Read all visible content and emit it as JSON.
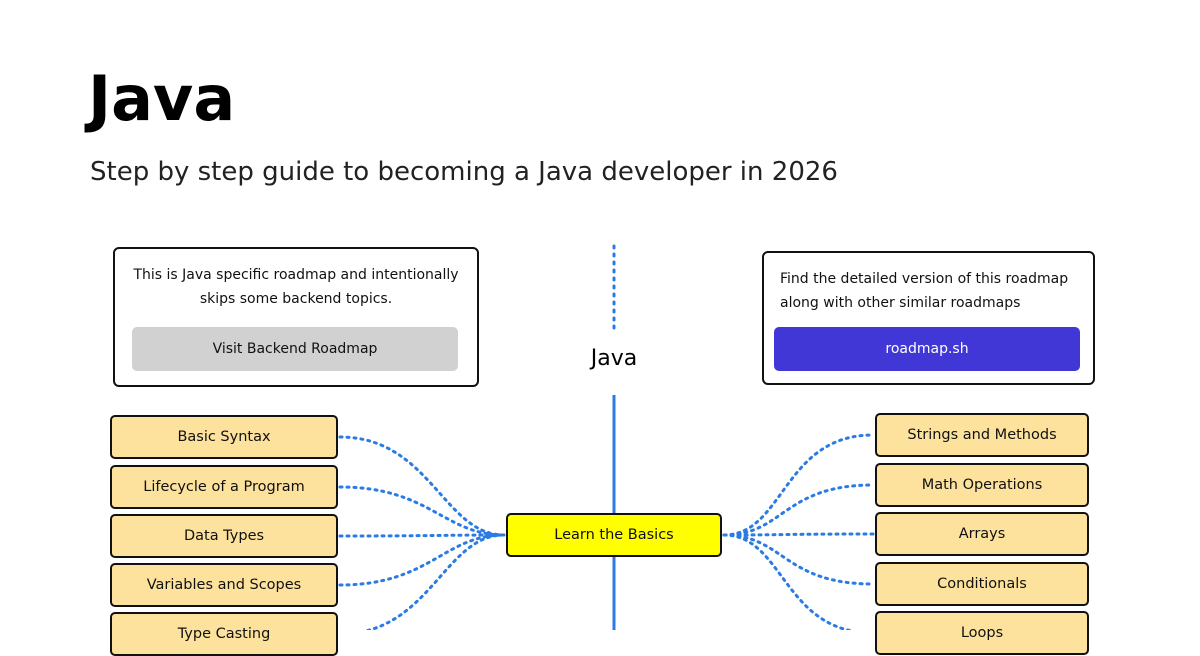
{
  "header": {
    "title": "Java",
    "subtitle": "Step by step guide to becoming a Java developer in 2026"
  },
  "info_left": {
    "text": "This is Java specific roadmap and intentionally skips some backend topics.",
    "button_label": "Visit Backend Roadmap"
  },
  "info_right": {
    "text": "Find the detailed version of this roadmap along with other similar roadmaps",
    "button_label": "roadmap.sh"
  },
  "center": {
    "label": "Java",
    "main_node": "Learn the Basics"
  },
  "left_topics": [
    {
      "label": "Basic Syntax"
    },
    {
      "label": "Lifecycle of a Program"
    },
    {
      "label": "Data Types"
    },
    {
      "label": "Variables and Scopes"
    },
    {
      "label": "Type Casting"
    }
  ],
  "right_topics": [
    {
      "label": "Strings and Methods"
    },
    {
      "label": "Math Operations"
    },
    {
      "label": "Arrays"
    },
    {
      "label": "Conditionals"
    },
    {
      "label": "Loops"
    }
  ],
  "colors": {
    "topic_fill": "#fde29d",
    "main_fill": "#ffff00",
    "connector": "#2b7be5",
    "roadmap_button": "#4136d6",
    "backend_button": "#d1d1d1"
  }
}
